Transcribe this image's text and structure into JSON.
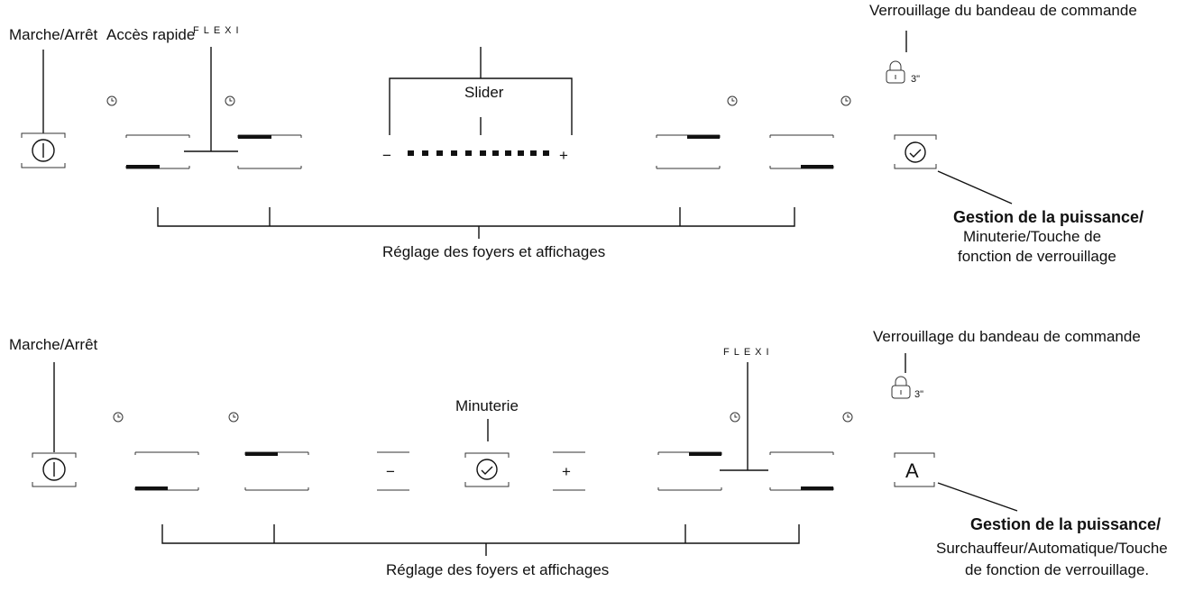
{
  "panel_top": {
    "on_off_label": "Marche/Arrêt",
    "quick_access_label": "Accès rapide",
    "flexi_label": "FLEXI",
    "slider_label": "Slider",
    "slider_minus": "−",
    "slider_plus": "+",
    "lock_label": "Verrouillage du bandeau de commande",
    "lock_time": "3\"",
    "zones_label": "Réglage des foyers et affichages",
    "power_title": "Gestion de la puissance/",
    "power_desc_line1": "Minuterie/Touche de",
    "power_desc_line2": "fonction de verrouillage"
  },
  "panel_bottom": {
    "on_off_label": "Marche/Arrêt",
    "timer_label": "Minuterie",
    "flexi_label": "FLEXI",
    "lock_label": "Verrouillage du bandeau de commande",
    "lock_time": "3\"",
    "minus_symbol": "−",
    "plus_symbol": "+",
    "auto_symbol": "A",
    "zones_label": "Réglage des foyers et affichages",
    "power_title": "Gestion de la puissance/",
    "power_desc_line1": "Surchauffeur/Automatique/Touche",
    "power_desc_line2": "de fonction de verrouillage."
  },
  "icons": [
    "power-icon",
    "clock-icon",
    "lock-icon",
    "auto-icon"
  ]
}
